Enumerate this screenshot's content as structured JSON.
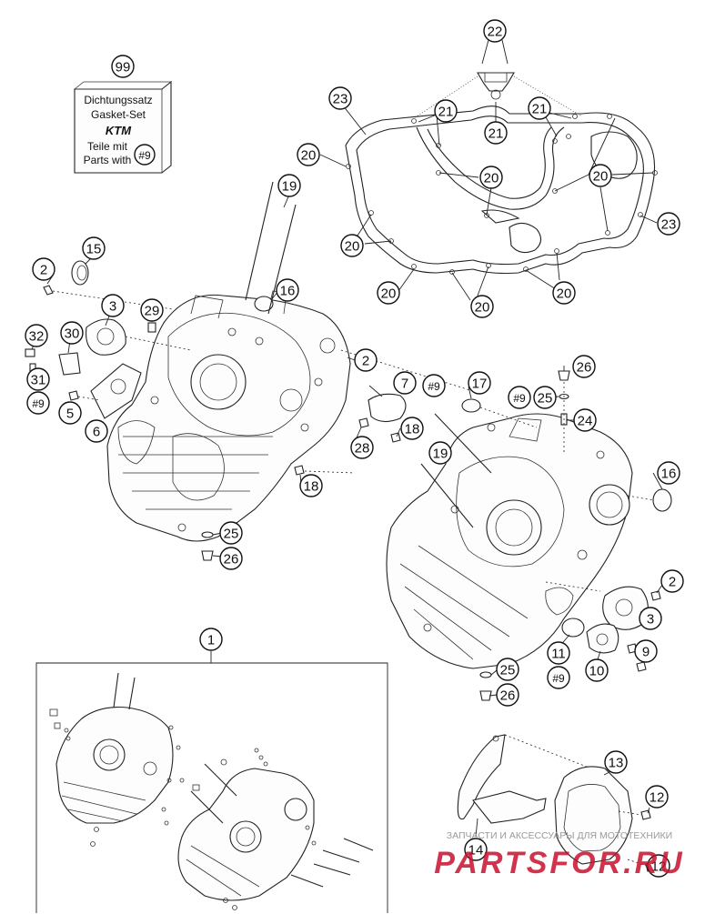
{
  "gasket_box": {
    "callout": "99",
    "line1": "Dichtungssatz",
    "line2": "Gasket-Set",
    "logo": "KTM",
    "line3": "Teile mit",
    "line4": "Parts with",
    "ref": "#9"
  },
  "callouts": {
    "c1": "1",
    "c2a": "2",
    "c2b": "2",
    "c2c": "2",
    "c3a": "3",
    "c3b": "3",
    "c5": "5",
    "c6": "6",
    "c7": "7",
    "c9": "9",
    "c10": "10",
    "c11": "11",
    "c12a": "12",
    "c12b": "12",
    "c13": "13",
    "c14": "14",
    "c15": "15",
    "c16a": "16",
    "c16b": "16",
    "c17": "17",
    "c18a": "18",
    "c18b": "18",
    "c19a": "19",
    "c19b": "19",
    "c20a": "20",
    "c20b": "20",
    "c20c": "20",
    "c20d": "20",
    "c20e": "20",
    "c20f": "20",
    "c20g": "20",
    "c21a": "21",
    "c21b": "21",
    "c21c": "21",
    "c22": "22",
    "c23a": "23",
    "c23b": "23",
    "c24": "24",
    "c25a": "25",
    "c25b": "25",
    "c25c": "25",
    "c26a": "26",
    "c26b": "26",
    "c26c": "26",
    "c28": "28",
    "c29": "29",
    "c30": "30",
    "c31": "31",
    "c32": "32",
    "r9a": "#9",
    "r9b": "#9",
    "r9c": "#9",
    "r9d": "#9"
  },
  "watermark": {
    "line1": "ЗАПЧАСТИ И АКСЕССУАРЫ ДЛЯ МОТОТЕХНИКИ",
    "line2": "PARTSFOR.RU",
    "color": "#c8102e"
  }
}
